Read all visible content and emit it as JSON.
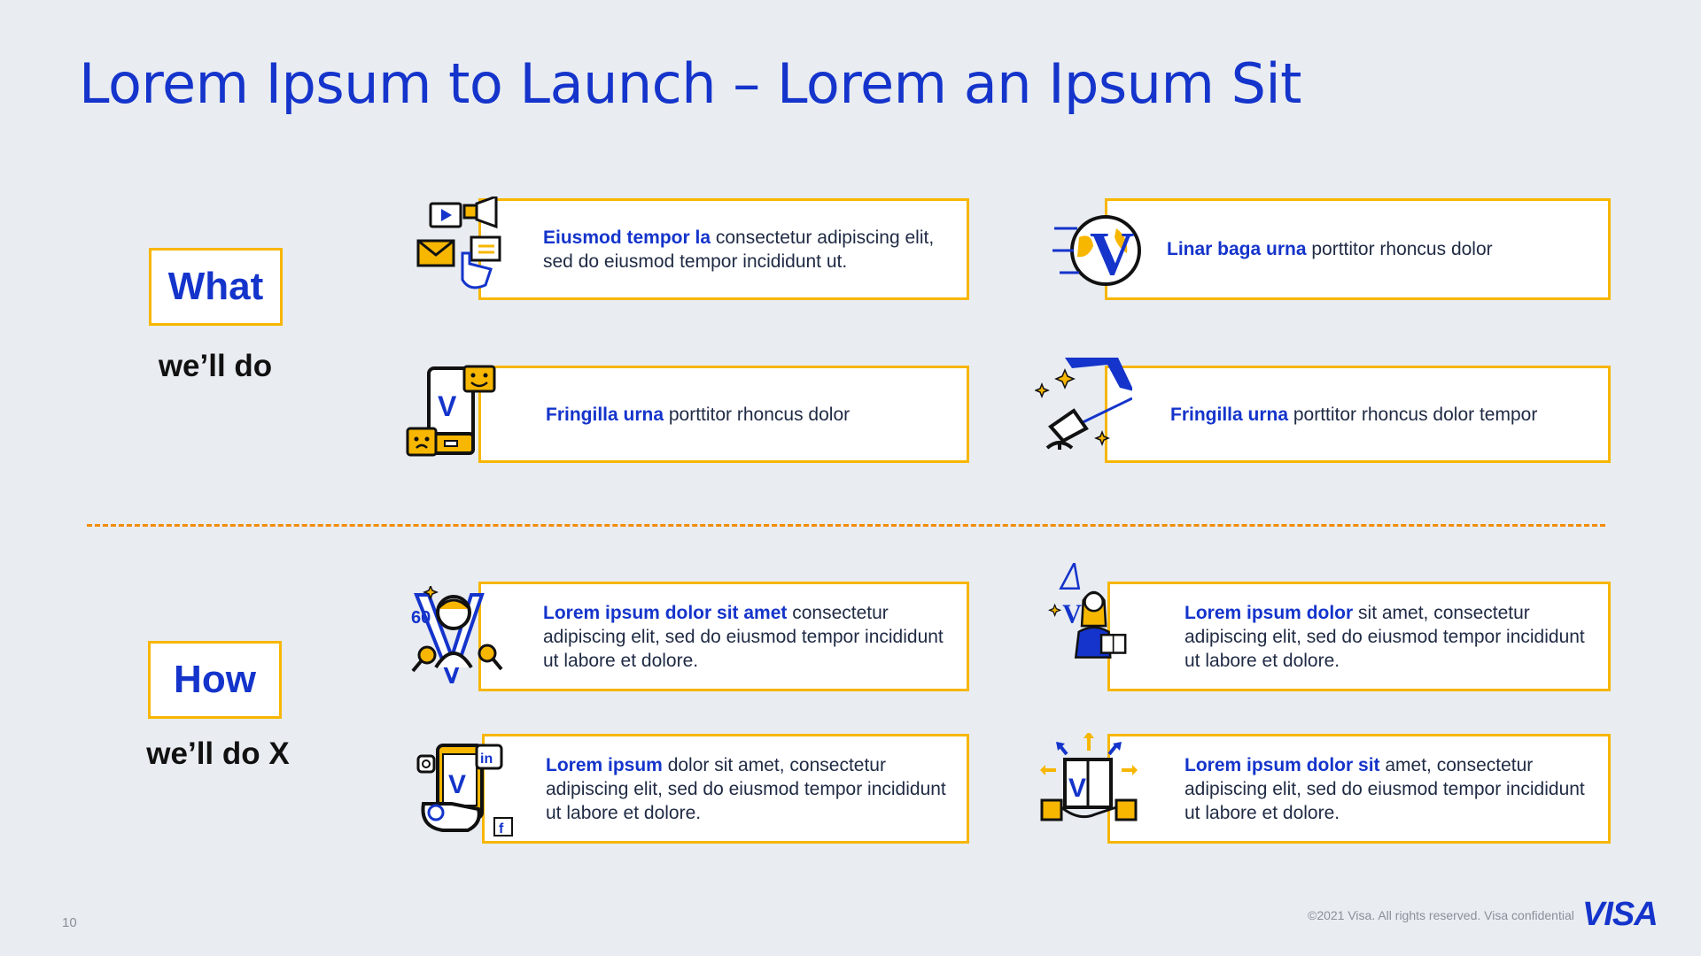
{
  "title": "Lorem Ipsum to Launch – Lorem an Ipsum Sit",
  "sections": {
    "what": {
      "label": "What",
      "sub": "we’ll do"
    },
    "how": {
      "label": "How",
      "sub": "we’ll do X"
    }
  },
  "cards": {
    "c1": {
      "bold": "Eiusmod tempor la",
      "text": " consectetur adipiscing elit, sed do eiusmod tempor incididunt ut."
    },
    "c2": {
      "bold": "Linar baga urna",
      "text": " porttitor rhoncus dolor"
    },
    "c3": {
      "bold": "Fringilla urna",
      "text": " porttitor rhoncus dolor"
    },
    "c4": {
      "bold": "Fringilla urna",
      "text": " porttitor rhoncus dolor tempor"
    },
    "c5": {
      "bold": "Lorem ipsum dolor sit amet",
      "text": " consectetur adipiscing elit, sed do eiusmod tempor incididunt ut labore et dolore."
    },
    "c6": {
      "bold": "Lorem ipsum dolor",
      "text": " sit amet, consectetur adipiscing elit, sed do eiusmod tempor incididunt ut labore et dolore."
    },
    "c7": {
      "bold": "Lorem ipsum",
      "text": " dolor sit amet, consectetur adipiscing elit, sed do eiusmod tempor incididunt ut labore et dolore."
    },
    "c8": {
      "bold": "Lorem ipsum dolor sit",
      "text": " amet, consectetur adipiscing elit, sed do eiusmod tempor incididunt ut labore et dolore."
    }
  },
  "icon_labels": {
    "count": "60",
    "v": "V",
    "linkedin": "in",
    "facebook": "f"
  },
  "icons": [
    "marketing-icon",
    "visa-globe-icon",
    "mobile-social-icon",
    "visa-spotlight-icon",
    "spokesperson-icon",
    "presenter-icon",
    "social-phone-icon",
    "visa-box-handoff-icon"
  ],
  "footer": {
    "page_number": "10",
    "copyright": "©2021 Visa. All rights reserved. Visa confidential",
    "logo": "VISA"
  },
  "colors": {
    "brand_blue": "#1434cb",
    "accent_gold": "#f7b600",
    "divider_orange": "#f28c00",
    "background": "#e9ecf1"
  }
}
